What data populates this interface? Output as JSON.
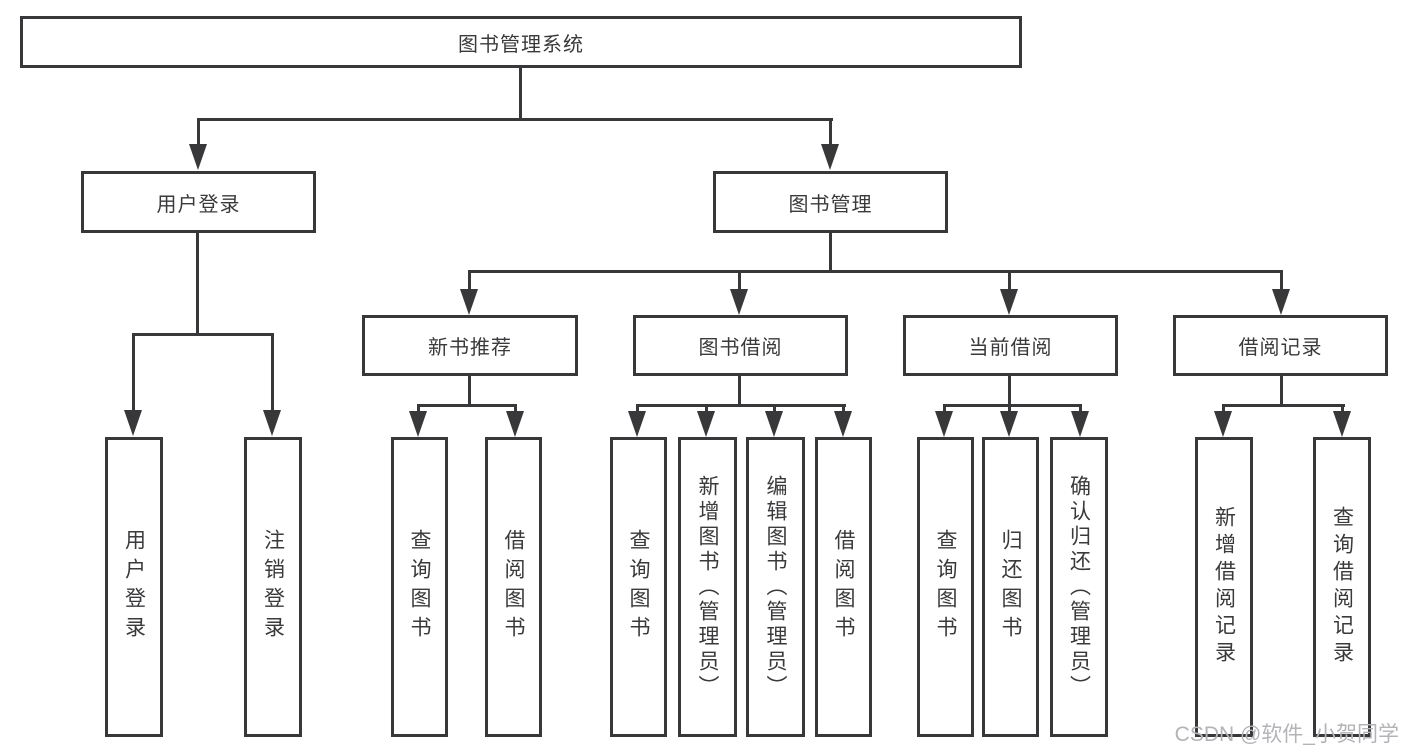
{
  "colors": {
    "line": "#38383a",
    "text": "#3a3a3c",
    "watermark": "#b4b4b8",
    "background": "#ffffff"
  },
  "watermark": {
    "text": "CSDN @软件_小贺同学"
  },
  "chart_data": {
    "type": "tree-diagram",
    "title": "图书管理系统",
    "levels": 4
  },
  "tree": {
    "label": "图书管理系统",
    "children": [
      {
        "label": "用户登录",
        "children": [
          {
            "label": "用户登录"
          },
          {
            "label": "注销登录"
          }
        ]
      },
      {
        "label": "图书管理",
        "children": [
          {
            "label": "新书推荐",
            "children": [
              {
                "label": "查询图书"
              },
              {
                "label": "借阅图书"
              }
            ]
          },
          {
            "label": "图书借阅",
            "children": [
              {
                "label": "查询图书"
              },
              {
                "label": "新增图书（管理员）"
              },
              {
                "label": "编辑图书（管理员）"
              },
              {
                "label": "借阅图书"
              }
            ]
          },
          {
            "label": "当前借阅",
            "children": [
              {
                "label": "查询图书"
              },
              {
                "label": "归还图书"
              },
              {
                "label": "确认归还（管理员）"
              }
            ]
          },
          {
            "label": "借阅记录",
            "children": [
              {
                "label": "新增借阅记录"
              },
              {
                "label": "查询借阅记录"
              }
            ]
          }
        ]
      }
    ]
  }
}
